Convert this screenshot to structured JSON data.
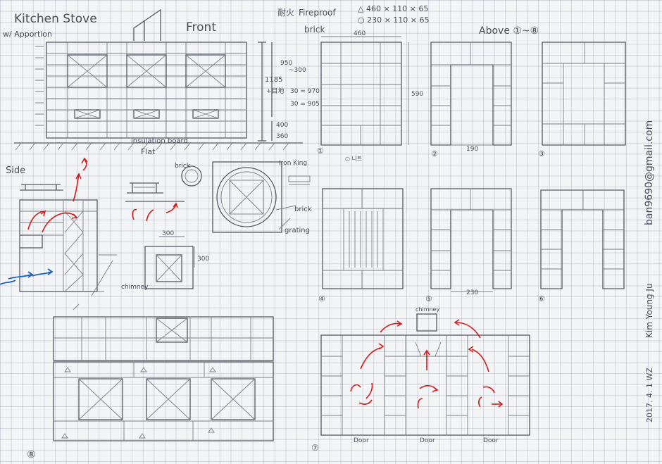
{
  "title": {
    "line1": "Kitchen Stove",
    "line2": "w/ Apportion"
  },
  "front_label": "Front",
  "brick_legend": {
    "korean": "耐火",
    "heading": "Fireproof",
    "heading2": "brick",
    "item1": "△ 460 × 110 × 65",
    "item2": "○ 230 × 110 × 65"
  },
  "above_label": "Above ①~⑧",
  "front_dims": {
    "d1": "950",
    "d1b": "~300",
    "d2": "1185",
    "d3": "+目地",
    "d4": "30 = 970",
    "d5": "30 = 905",
    "d6": "400",
    "d7": "360"
  },
  "insulation_label": "insulation board",
  "flat_label": "Flat",
  "side_label": "Side",
  "grill_labels": {
    "brick": "brick",
    "iron_king": "Iron King",
    "brick2": "brick",
    "grating": "grating"
  },
  "chimney_label": "chimney",
  "chimney_dims": {
    "w": "300",
    "h": "300"
  },
  "plan_dims": {
    "p1_width": "460",
    "p1_height": "590",
    "p2_gap": "190",
    "p5_gap": "230"
  },
  "plan_numbers": [
    "①",
    "②",
    "③",
    "④",
    "⑤",
    "⑥",
    "⑦",
    "⑧"
  ],
  "plan1_note": "○ 니트",
  "author": {
    "email": "ban9690@gmail.com",
    "name": "Kim Young Ju",
    "date": "2017. 4. 1 WZ"
  },
  "door_labels": [
    "Door",
    "Door",
    "Door"
  ],
  "chimney_top_label": "chimney",
  "colors": {
    "pencil": "#555a63",
    "arrow_red": "#d31a1a",
    "arrow_blue": "#1f5fbf",
    "paper": "#f3f4f6"
  }
}
